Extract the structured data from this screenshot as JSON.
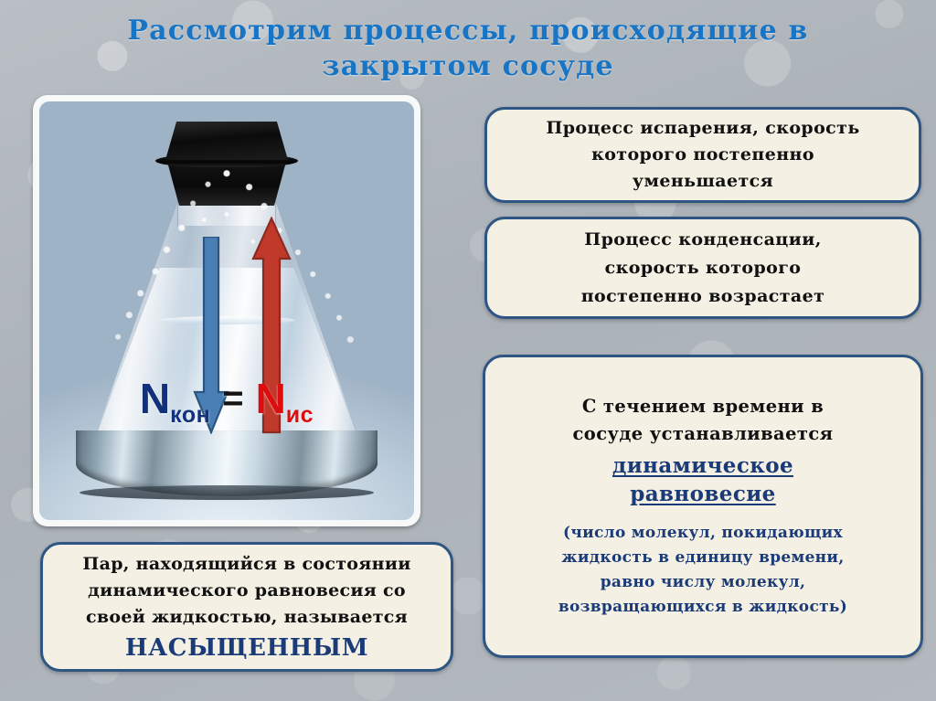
{
  "slide": {
    "title_lines": [
      "Рассмотрим процессы, происходящие в",
      "закрытом сосуде"
    ],
    "title_color": "#1874c4",
    "background_color": "#b0b7bd"
  },
  "flask_image": {
    "caption_formula": {
      "left_symbol": "N",
      "left_subscript": "кон",
      "operator": "=",
      "right_symbol": "N",
      "right_subscript": "ис",
      "left_color": "#13307a",
      "right_color": "#dd0d0d"
    },
    "arrows": {
      "condensation": {
        "direction": "down",
        "color": "#4a7fb5",
        "name": "condensation-arrow"
      },
      "evaporation": {
        "direction": "up",
        "color": "#c0392b",
        "name": "evaporation-arrow"
      }
    }
  },
  "callouts": {
    "evaporation": {
      "lines": [
        "Процесс испарения, скорость",
        "которого постепенно",
        "уменьшается"
      ]
    },
    "condensation": {
      "lines": [
        "Процесс  конденсации,",
        "скорость которого",
        "постепенно возрастает"
      ]
    },
    "equilibrium": {
      "lead_lines": [
        "С течением времени в",
        "сосуде устанавливается"
      ],
      "term_lines": [
        "динамическое",
        "равновесие"
      ],
      "note_lines": [
        "(число молекул, покидающих",
        "жидкость в единицу времени,",
        "равно числу молекул,",
        "возвращающихся в жидкость)"
      ],
      "term_color": "#1a3a78"
    },
    "saturated": {
      "lines": [
        "Пар, находящийся в состоянии",
        "динамического равновесия со",
        "своей жидкостью, называется"
      ],
      "keyword": "НАСЫЩЕННЫМ",
      "keyword_color": "#1a3a78"
    }
  },
  "style": {
    "box_fill": "#f4f1e4",
    "box_border": "#2e5584"
  }
}
